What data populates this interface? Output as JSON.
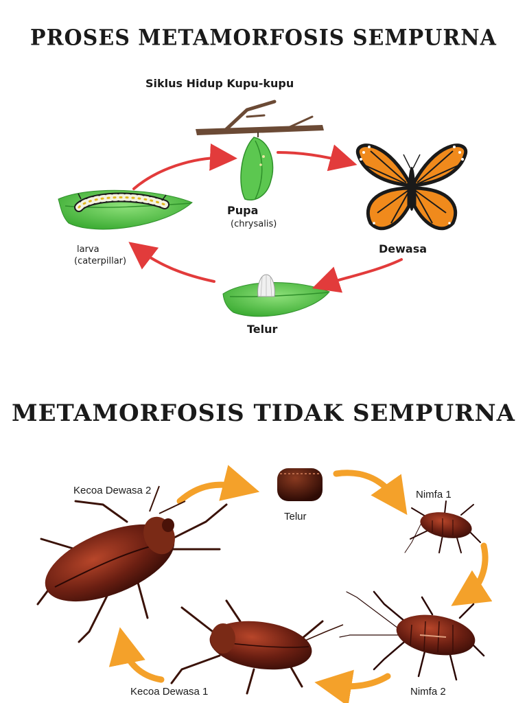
{
  "complete": {
    "title": "PROSES METAMORFOSIS SEMPURNA",
    "subtitle": "Siklus Hidup Kupu-kupu",
    "stages": {
      "pupa": "Pupa",
      "pupa_sub": "(chrysalis)",
      "adult": "Dewasa",
      "egg": "Telur",
      "larva": "larva",
      "larva_sub": "(caterpillar)"
    },
    "colors": {
      "arrow": "#e23b3b",
      "leaf": "#5cc750",
      "leaf_dark": "#2e8f2a",
      "wing": "#f08a1c"
    }
  },
  "incomplete": {
    "title": "METAMORFOSIS TIDAK SEMPURNA",
    "stages": {
      "egg": "Telur",
      "nymph1": "Nimfa 1",
      "nymph2": "Nimfa 2",
      "adult1": "Kecoa Dewasa 1",
      "adult2": "Kecoa Dewasa 2"
    },
    "colors": {
      "arrow": "#f4a12a",
      "body": "#6b1f12"
    }
  }
}
